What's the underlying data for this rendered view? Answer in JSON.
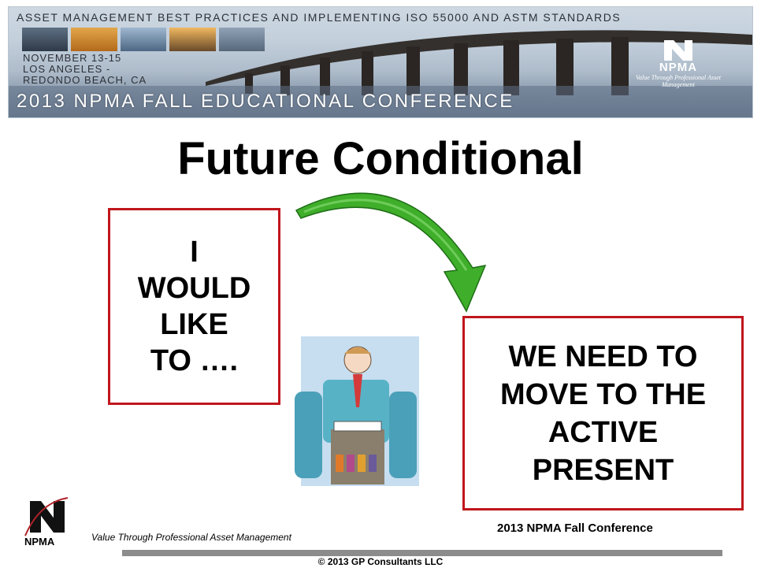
{
  "banner": {
    "header_text": "ASSET MANAGEMENT BEST PRACTICES AND IMPLEMENTING ISO 55000 AND ASTM STANDARDS",
    "dates": "NOVEMBER 13-15",
    "location_line1": "LOS ANGELES -",
    "location_line2": "REDONDO BEACH, CA",
    "conference_title": "2013 NPMA FALL EDUCATIONAL CONFERENCE",
    "badge_name": "NPMA",
    "badge_tagline": "Value Through Professional Asset Management"
  },
  "slide": {
    "title": "Future Conditional",
    "left_box_text": "I\nWOULD\nLIKE\nTO ….",
    "right_box_text": "WE NEED TO\nMOVE TO THE\nACTIVE\nPRESENT"
  },
  "footer": {
    "logo_text": "NPMA",
    "tagline": "Value Through Professional Asset Management",
    "conference": "2013 NPMA Fall Conference",
    "copyright": "© 2013 GP Consultants LLC"
  },
  "colors": {
    "box_border": "#c0161c",
    "arrow_green": "#3fae2a",
    "footer_rule": "#8c8c8c"
  },
  "icons": [
    "npma-logo-icon",
    "curved-arrow-icon",
    "waiter-clipart-icon"
  ]
}
